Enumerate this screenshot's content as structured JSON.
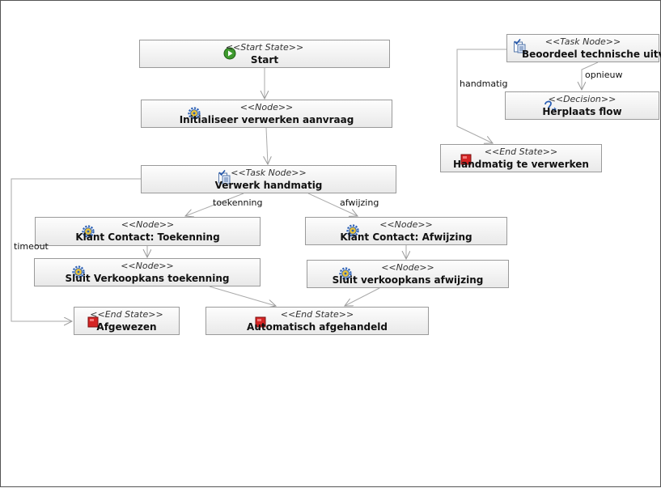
{
  "diagram": {
    "nodes": {
      "start": {
        "stereotype": "<<Start State>>",
        "name": "Start",
        "icon": "start-play-icon"
      },
      "initialiseer": {
        "stereotype": "<<Node>>",
        "name": "Initialiseer verwerken aanvraag",
        "icon": "gear-icon"
      },
      "verwerk": {
        "stereotype": "<<Task Node>>",
        "name": "Verwerk handmatig",
        "icon": "task-clipboard-icon"
      },
      "klant_toekenning": {
        "stereotype": "<<Node>>",
        "name": "Klant Contact: Toekenning",
        "icon": "gear-icon"
      },
      "klant_afwijzing": {
        "stereotype": "<<Node>>",
        "name": "Klant Contact: Afwijzing",
        "icon": "gear-icon"
      },
      "sluit_toekenning": {
        "stereotype": "<<Node>>",
        "name": "Sluit Verkoopkans toekenning",
        "icon": "gear-icon"
      },
      "sluit_afwijzing": {
        "stereotype": "<<Node>>",
        "name": "Sluit verkoopkans afwijzing",
        "icon": "gear-icon"
      },
      "afgewezen": {
        "stereotype": "<<End State>>",
        "name": "Afgewezen",
        "icon": "end-state-icon"
      },
      "automatisch": {
        "stereotype": "<<End State>>",
        "name": "Automatisch afgehandeld",
        "icon": "end-state-icon"
      },
      "beoordeel": {
        "stereotype": "<<Task Node>>",
        "name": "Beoordeel technische uitval",
        "icon": "task-clipboard-icon"
      },
      "herplaats": {
        "stereotype": "<<Decision>>",
        "name": "Herplaats flow",
        "icon": "decision-icon"
      },
      "handmatig_end": {
        "stereotype": "<<End State>>",
        "name": "Handmatig te verwerken",
        "icon": "end-state-icon"
      }
    },
    "transitions": {
      "toekenning": "toekenning",
      "afwijzing": "afwijzing",
      "timeout": "timeout",
      "handmatig": "handmatig",
      "opnieuw": "opnieuw"
    }
  }
}
